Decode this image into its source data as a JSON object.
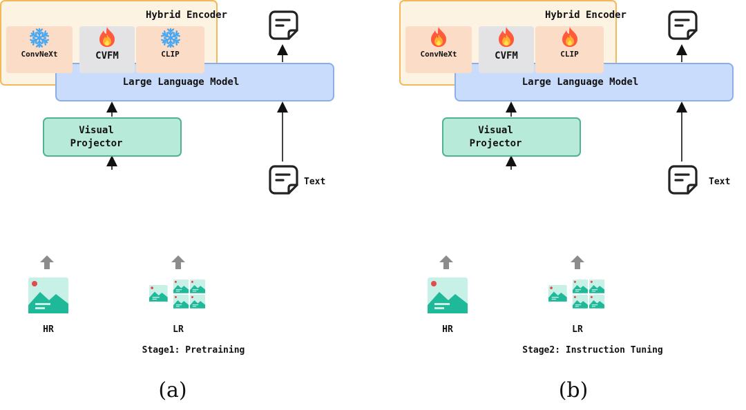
{
  "stages": [
    {
      "id": "a",
      "llm_label": "Large Language Model",
      "llm_state": "frozen",
      "projector_label": "Visual\nProjector",
      "projector_state": "trainable",
      "encoder_title": "Hybrid Encoder",
      "encoders": [
        {
          "label": "ConvNeXt",
          "state": "frozen"
        },
        {
          "label": "CVFM",
          "state": "trainable"
        },
        {
          "label": "CLIP",
          "state": "frozen"
        }
      ],
      "hr_label": "HR",
      "lr_label": "LR",
      "text_label": "Text",
      "stage_caption": "Stage1: Pretraining",
      "panel_label": "(a)"
    },
    {
      "id": "b",
      "llm_label": "Large Language Model",
      "llm_state": "trainable",
      "projector_label": "Visual\nProjector",
      "projector_state": "trainable",
      "encoder_title": "Hybrid Encoder",
      "encoders": [
        {
          "label": "ConvNeXt",
          "state": "trainable"
        },
        {
          "label": "CVFM",
          "state": "trainable"
        },
        {
          "label": "CLIP",
          "state": "trainable"
        }
      ],
      "hr_label": "HR",
      "lr_label": "LR",
      "text_label": "Text",
      "stage_caption": "Stage2: Instruction Tuning",
      "panel_label": "(b)"
    }
  ],
  "colors": {
    "llm_fill": "#c9dcfb",
    "projector_fill": "#b8ead9",
    "encoder_fill": "#fdf3e3",
    "encoder_border": "#f2b85a",
    "subblock_orange": "#fbdcc7",
    "subblock_gray": "#e3e3e5",
    "image_teal": "#1fb99a",
    "snowflake": "#4aa8f0",
    "flame": "#ff5a3c"
  }
}
